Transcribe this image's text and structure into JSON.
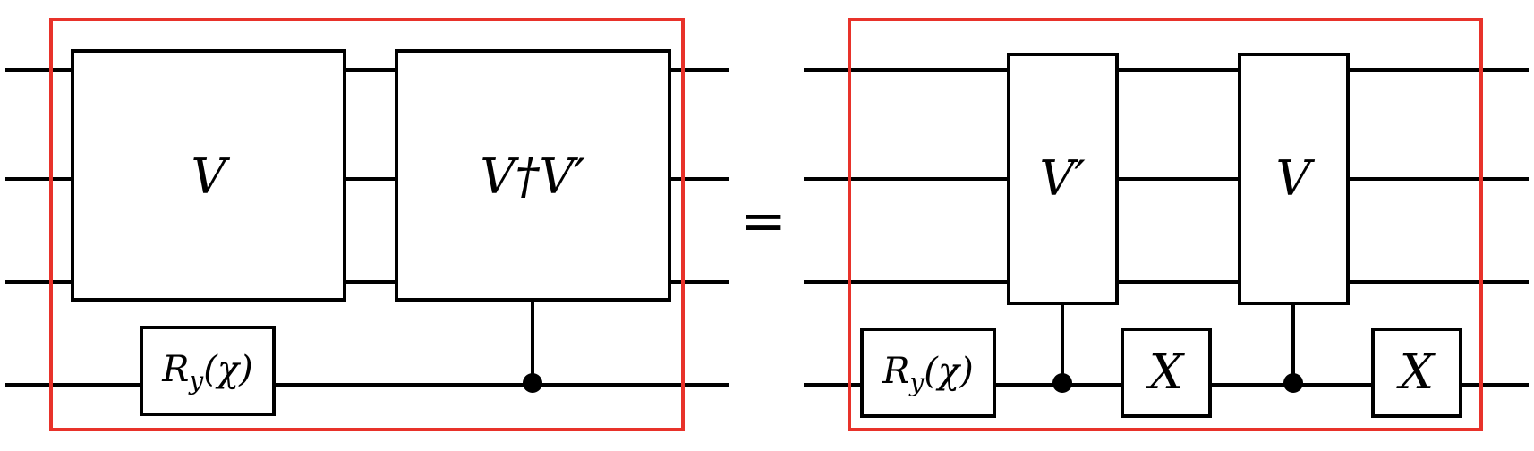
{
  "colors": {
    "frame": "#e8322a",
    "ink": "#000000"
  },
  "equals_sign": "=",
  "left_circuit": {
    "gates": [
      {
        "id": "V",
        "label": "V"
      },
      {
        "id": "VdagVp",
        "label": "V†V′"
      },
      {
        "id": "Ry",
        "label": "R",
        "subscript": "y",
        "arg": "(χ)"
      }
    ]
  },
  "right_circuit": {
    "gates": [
      {
        "id": "Ry",
        "label": "R",
        "subscript": "y",
        "arg": "(χ)"
      },
      {
        "id": "Vp",
        "label": "V′"
      },
      {
        "id": "X1",
        "label": "X"
      },
      {
        "id": "V",
        "label": "V"
      },
      {
        "id": "X2",
        "label": "X"
      }
    ]
  }
}
